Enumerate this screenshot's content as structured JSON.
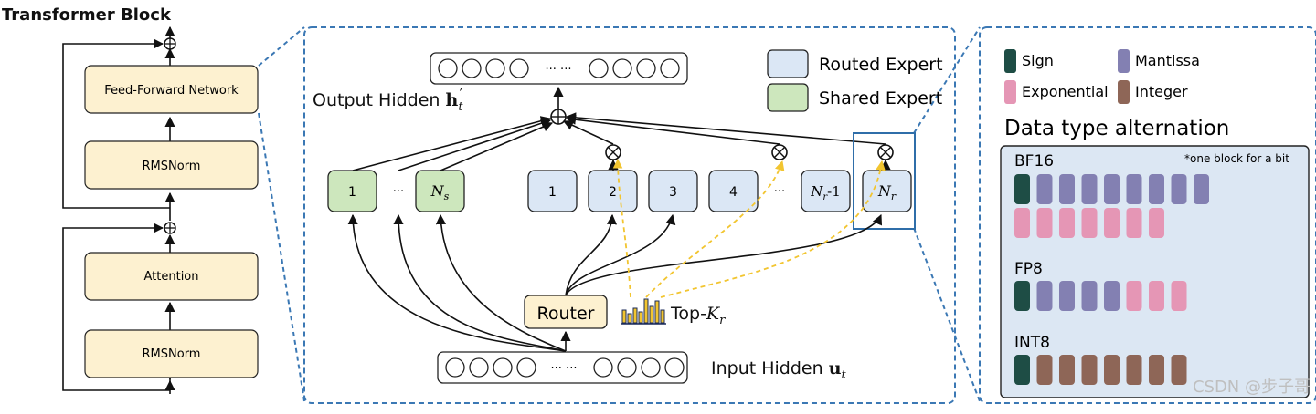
{
  "block_title": "Transformer Block",
  "left": {
    "ffn": "Feed-Forward Network",
    "norm_top": "RMSNorm",
    "attention": "Attention",
    "norm_bottom": "RMSNorm"
  },
  "moe": {
    "legend_routed": "Routed Expert",
    "legend_shared": "Shared Expert",
    "output_label": "Output Hidden ",
    "output_sym": "h",
    "output_sub": "t",
    "output_prime": "′",
    "input_label": "Input Hidden ",
    "input_sym": "u",
    "input_sub": "t",
    "dots": "··· ···",
    "ellipsis": "···",
    "router": "Router",
    "topk_prefix": "Top-",
    "topk_sym": "K",
    "topk_sub": "r",
    "shared": {
      "e1": "1",
      "ns": "N",
      "ns_sub": "s"
    },
    "routed": {
      "e1": "1",
      "e2": "2",
      "e3": "3",
      "e4": "4",
      "nr1": "N",
      "nr1_sub": "r",
      "nr1_suffix": "-1",
      "nr": "N",
      "nr_sub": "r"
    }
  },
  "datatype": {
    "legend": {
      "sign": "Sign",
      "mantissa": "Mantissa",
      "exponential": "Exponential",
      "integer": "Integer"
    },
    "title": "Data type alternation",
    "note": "*one block for a bit",
    "bf16": "BF16",
    "fp8": "FP8",
    "int8": "INT8",
    "watermark": "CSDN @步子哥"
  },
  "colors": {
    "sign": "#1e4d45",
    "mantissa": "#8380b2",
    "exponential": "#e596b5",
    "integer": "#8e6657",
    "yellow_box": "#fdf1d0",
    "routed": "#dbe7f5",
    "shared": "#cde7bd",
    "panel": "#dce7f3",
    "dashed": "#3b78b4"
  }
}
